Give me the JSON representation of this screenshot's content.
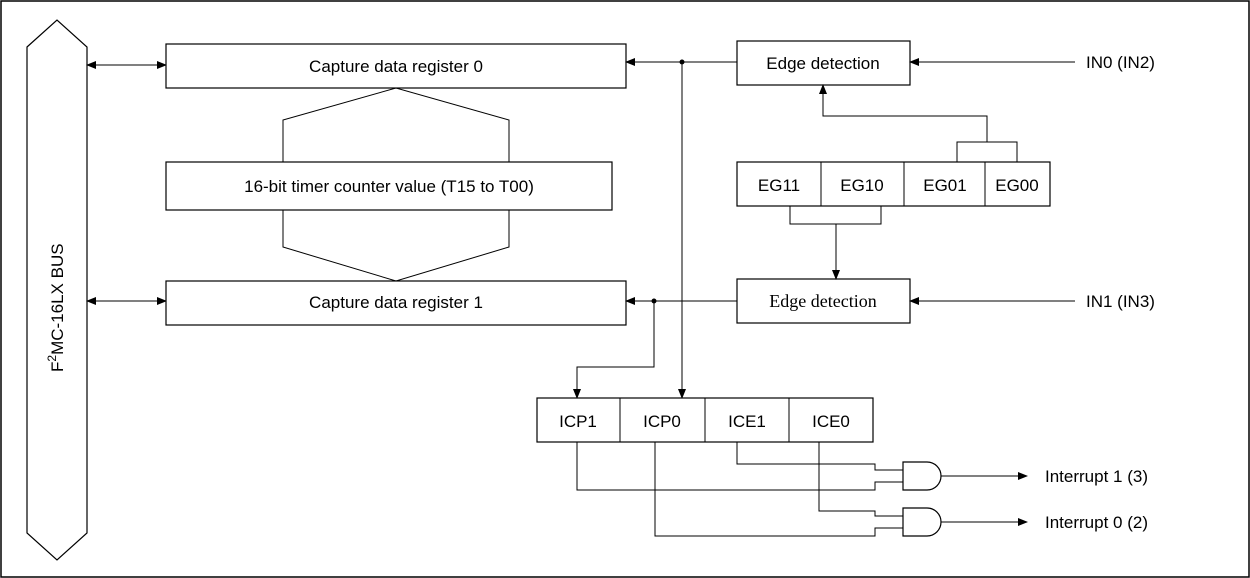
{
  "bus": {
    "label_prefix": "F",
    "label_sup": "2",
    "label_rest": "MC-16LX BUS"
  },
  "capture_register_0": "Capture data register 0",
  "capture_register_1": "Capture data register 1",
  "timer_counter": "16-bit timer counter value (T15 to T00)",
  "edge_detection_0": "Edge detection",
  "edge_detection_1": "Edge detection",
  "eg_bits": [
    "EG11",
    "EG10",
    "EG01",
    "EG00"
  ],
  "ic_bits": [
    "ICP1",
    "ICP0",
    "ICE1",
    "ICE0"
  ],
  "inputs": {
    "in0": "IN0 (IN2)",
    "in1": "IN1 (IN3)"
  },
  "outputs": {
    "int1": "Interrupt 1 (3)",
    "int0": "Interrupt 0 (2)"
  }
}
